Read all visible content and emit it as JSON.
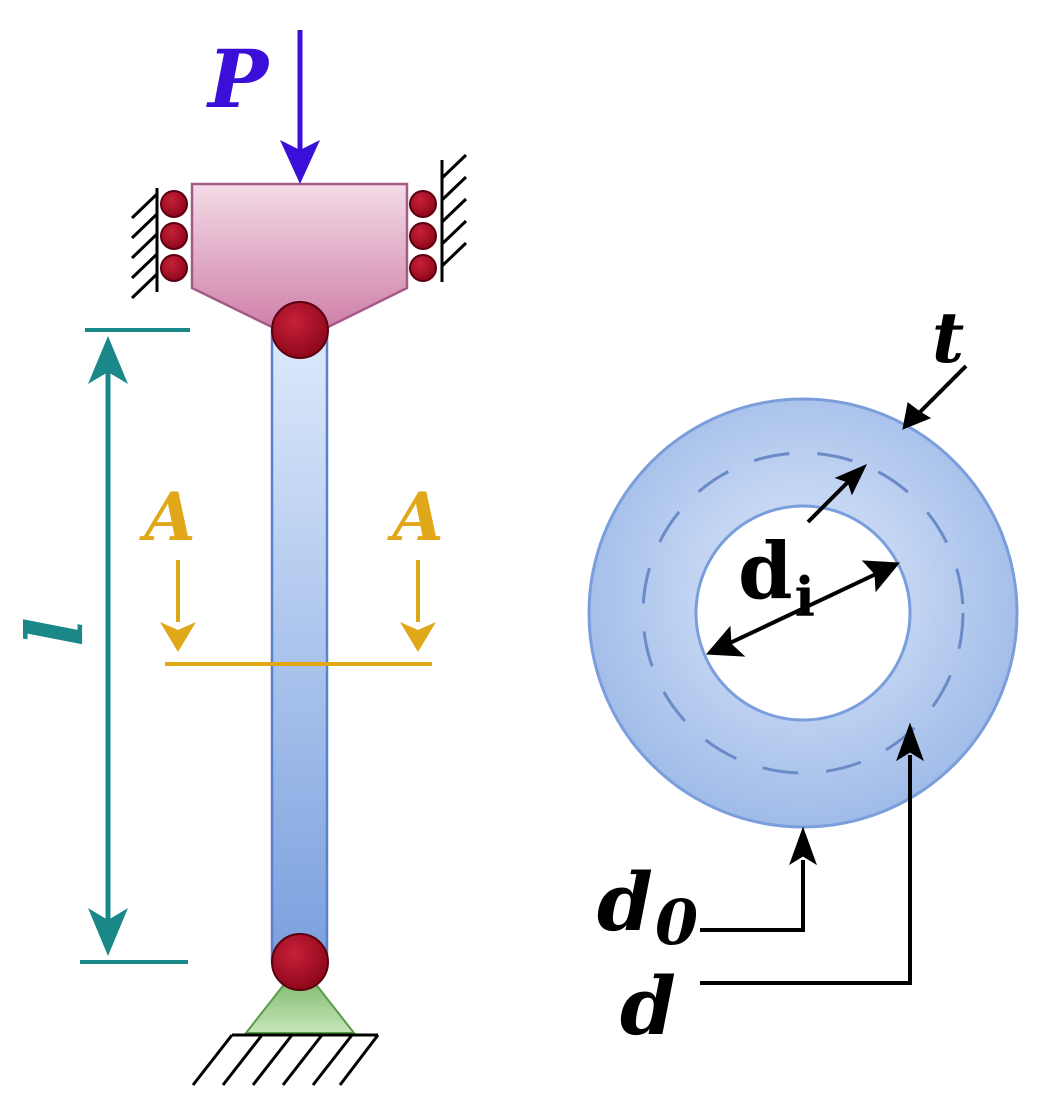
{
  "labels": {
    "load": "P",
    "length": "l",
    "section_left": "A",
    "section_right": "A",
    "thickness": "t",
    "inner_diameter_base": "d",
    "inner_diameter_sub": "i",
    "outer_diameter_base": "d",
    "outer_diameter_sub": "0",
    "mean_diameter": "d"
  },
  "colors": {
    "load_arrow": "#3a10d8",
    "length_dim": "#1a8888",
    "section_mark": "#e0a818",
    "top_block": "#d98fb2",
    "column": "#a9c4ec",
    "pin": "#9a0a1c",
    "base_support": "#9ccf8c",
    "tube": "#a8c2ea",
    "dimension_black": "#000000"
  }
}
